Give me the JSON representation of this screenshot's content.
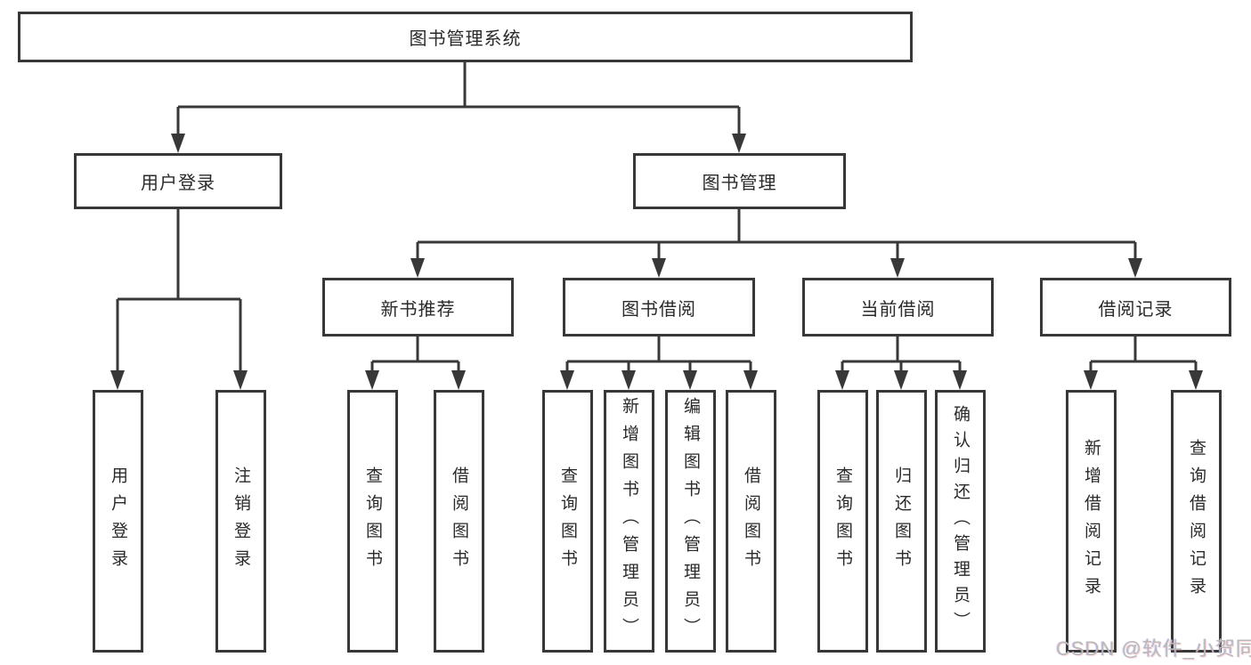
{
  "diagram": {
    "title": "图书管理系统",
    "nodes": {
      "root": "图书管理系统",
      "user_login": "用户登录",
      "book_management": "图书管理",
      "new_book_recommendation": "新书推荐",
      "book_borrowing": "图书借阅",
      "current_borrowing": "当前借阅",
      "borrowing_records": "借阅记录",
      "leaf_user_login": "用户登录",
      "leaf_logout": "注销登录",
      "leaf_query_books_recommend": "查询图书",
      "leaf_borrow_books_recommend": "借阅图书",
      "leaf_query_books_borrow": "查询图书",
      "leaf_add_books_admin": "新增图书（管理员）",
      "leaf_edit_books_admin": "编辑图书（管理员）",
      "leaf_borrow_books": "借阅图书",
      "leaf_query_books_current": "查询图书",
      "leaf_return_books": "归还图书",
      "leaf_confirm_return_admin": "确认归还（管理员）",
      "leaf_add_borrow_record": "新增借阅记录",
      "leaf_query_borrow_record": "查询借阅记录"
    },
    "hierarchy": {
      "图书管理系统": [
        "用户登录",
        "图书管理"
      ],
      "用户登录": [
        "用户登录",
        "注销登录"
      ],
      "图书管理": [
        "新书推荐",
        "图书借阅",
        "当前借阅",
        "借阅记录"
      ],
      "新书推荐": [
        "查询图书",
        "借阅图书"
      ],
      "图书借阅": [
        "查询图书",
        "新增图书（管理员）",
        "编辑图书（管理员）",
        "借阅图书"
      ],
      "当前借阅": [
        "查询图书",
        "归还图书",
        "确认归还（管理员）"
      ],
      "借阅记录": [
        "新增借阅记录",
        "查询借阅记录"
      ]
    },
    "colors": {
      "line": "#383838",
      "box_fill": "#ffffff",
      "text": "#2a2a2a"
    }
  },
  "watermark": {
    "text": "CSDN @软件_小贺同学",
    "color": "#b9b9b9"
  }
}
